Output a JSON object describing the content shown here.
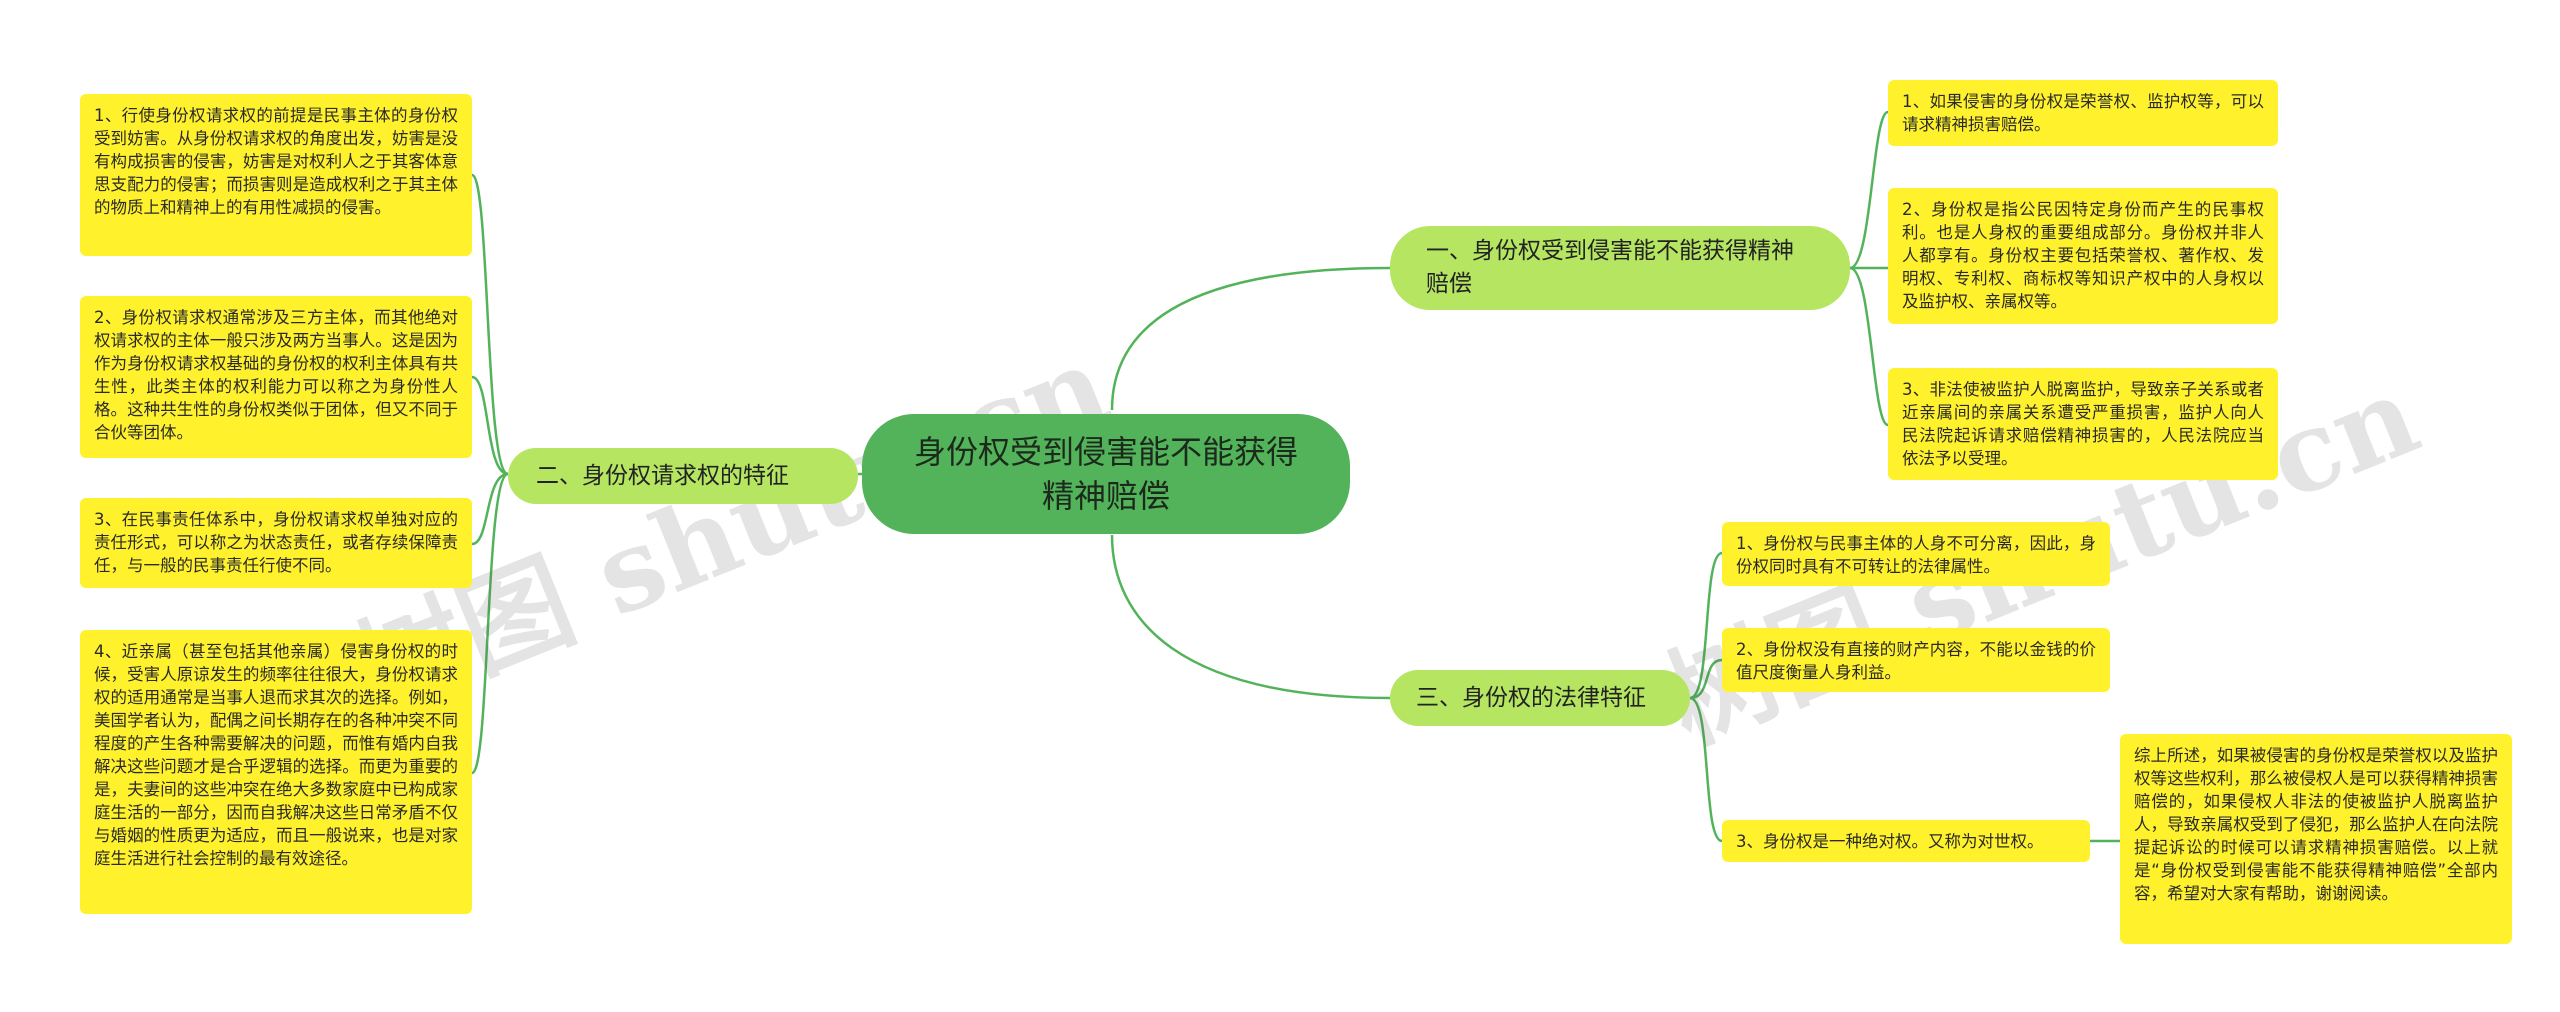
{
  "root": {
    "title": "身份权受到侵害能不能获得精神赔偿"
  },
  "branches": {
    "b1": {
      "label": "一、身份权受到侵害能不能获得精神赔偿",
      "leaves": [
        "1、如果侵害的身份权是荣誉权、监护权等，可以请求精神损害赔偿。",
        "2、身份权是指公民因特定身份而产生的民事权利。也是人身权的重要组成部分。身份权并非人人都享有。身份权主要包括荣誉权、著作权、发明权、专利权、商标权等知识产权中的人身权以及监护权、亲属权等。",
        "3、非法使被监护人脱离监护，导致亲子关系或者近亲属间的亲属关系遭受严重损害，监护人向人民法院起诉请求赔偿精神损害的，人民法院应当依法予以受理。"
      ]
    },
    "b2": {
      "label": "二、身份权请求权的特征",
      "leaves": [
        "1、行使身份权请求权的前提是民事主体的身份权受到妨害。从身份权请求权的角度出发，妨害是没有构成损害的侵害，妨害是对权利人之于其客体意思支配力的侵害；而损害则是造成权利之于其主体的物质上和精神上的有用性减损的侵害。",
        "2、身份权请求权通常涉及三方主体，而其他绝对权请求权的主体一般只涉及两方当事人。这是因为作为身份权请求权基础的身份权的权利主体具有共生性，此类主体的权利能力可以称之为身份性人格。这种共生性的身份权类似于团体，但又不同于合伙等团体。",
        "3、在民事责任体系中，身份权请求权单独对应的责任形式，可以称之为状态责任，或者存续保障责任，与一般的民事责任行使不同。",
        "4、近亲属（甚至包括其他亲属）侵害身份权的时候，受害人原谅发生的频率往往很大，身份权请求权的适用通常是当事人退而求其次的选择。例如，美国学者认为，配偶之间长期存在的各种冲突不同程度的产生各种需要解决的问题，而惟有婚内自我解决这些问题才是合乎逻辑的选择。而更为重要的是，夫妻间的这些冲突在绝大多数家庭中已构成家庭生活的一部分，因而自我解决这些日常矛盾不仅与婚姻的性质更为适应，而且一般说来，也是对家庭生活进行社会控制的最有效途径。"
      ]
    },
    "b3": {
      "label": "三、身份权的法律特征",
      "leaves": [
        "1、身份权与民事主体的人身不可分离，因此，身份权同时具有不可转让的法律属性。",
        "2、身份权没有直接的财产内容，不能以金钱的价值尺度衡量人身利益。",
        "3、身份权是一种绝对权。又称为对世权。"
      ],
      "summary": "综上所述，如果被侵害的身份权是荣誉权以及监护权等这些权利，那么被侵权人是可以获得精神损害赔偿的，如果侵权人非法的使被监护人脱离监护人，导致亲属权受到了侵犯，那么监护人在向法院提起诉讼的时候可以请求精神损害赔偿。以上就是“身份权受到侵害能不能获得精神赔偿”全部内容，希望对大家有帮助，谢谢阅读。"
    }
  },
  "watermarks": [
    "树图 shutu.cn",
    "树图 shutu.cn"
  ],
  "colors": {
    "root": "#52b35a",
    "branch": "#b5e561",
    "leaf": "#fff22d",
    "edge": "#52b35a"
  }
}
